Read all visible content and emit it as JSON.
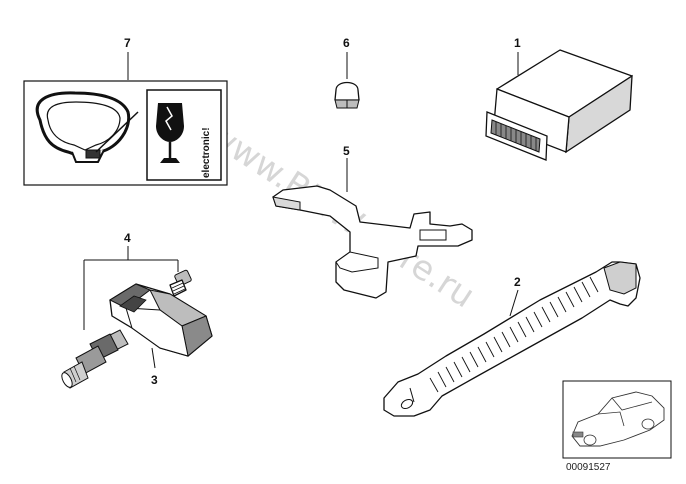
{
  "callouts": {
    "part_1": "1",
    "part_2": "2",
    "part_3": "3",
    "part_4": "4",
    "part_5": "5",
    "part_6": "6",
    "part_7": "7"
  },
  "label_7_text": "electronic!",
  "watermark": "www.BMWstore.ru",
  "document_number": "00091527"
}
